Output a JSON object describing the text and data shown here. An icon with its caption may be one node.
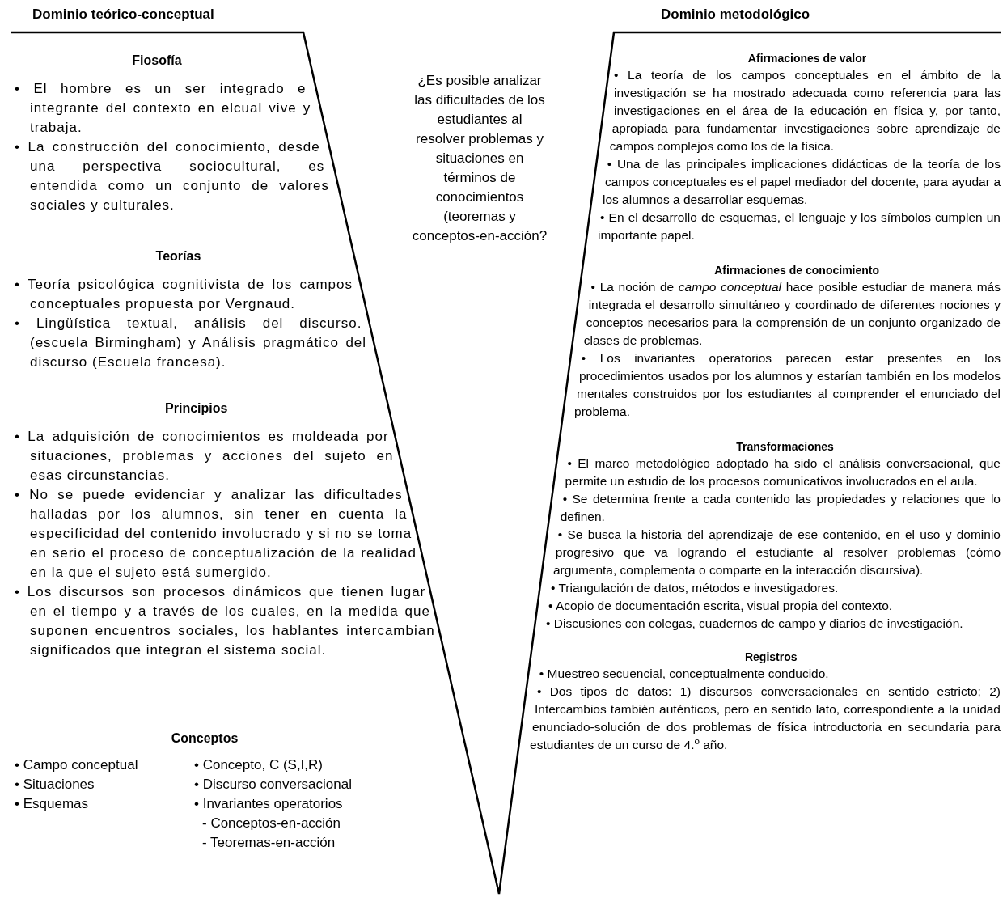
{
  "diagram": {
    "labels": [
      "Dominio teórico-conceptual",
      "Dominio metodológico",
      "Fiosofía",
      "• El hombre es un ser integrado e integrante del contexto en elcual vive y trabaja.",
      "• La construcción del conocimiento, desde una perspectiva sociocultural, es entendida como un conjunto de valores sociales y culturales.",
      "Teorías",
      "• Teoría psicológica cognitivista de los campos conceptuales propuesta por Vergnaud.",
      "• Lingüística textual, análisis del discurso. (escuela Birmingham) y Análisis pragmático del discurso (Escuela francesa).",
      "Principios",
      "• La adquisición de conocimientos es moldeada por situaciones, problemas y acciones del sujeto en esas circunstancias.",
      "• No se puede evidenciar y analizar las dificultades halladas por los alumnos, sin tener en cuenta la especificidad del contenido involucrado y si no se toma en serio el proceso de conceptualización de la realidad en la que el sujeto está sumergido.",
      "• Los discursos son procesos dinámicos que tienen lugar en el tiempo y a través de los cuales, en la medida que suponen encuentros sociales, los hablantes intercambian significados que integran el sistema social.",
      "Conceptos",
      "• Campo conceptual",
      "• Situaciones",
      "• Esquemas",
      "• Concepto, C (S,I,R)",
      "• Discurso conversacional",
      "• Invariantes operatorios",
      "- Conceptos-en-acción",
      "- Teoremas-en-acción",
      "¿Es posible analizar las dificultades de los estudiantes al resolver problemas y situaciones en términos de conocimientos (teoremas y conceptos-en-acción?",
      "Afirmaciones de valor",
      "• La teoría de los campos conceptuales en el ámbito de la investigación se ha mostrado adecuada como referencia para las investigaciones en el área de la educación en física y, por tanto, apropiada para fundamentar investigaciones sobre aprendizaje de campos complejos como los de la física.",
      "• Una de las principales implicaciones didácticas de la teoría de los campos conceptuales es el papel mediador del docente, para ayudar a los alumnos a desarrollar esquemas.",
      "• En el desarrollo de esquemas, el lenguaje y los símbolos cumplen un importante papel.",
      "Afirmaciones de conocimiento",
      "• La noción de *campo conceptual* hace posible estudiar de manera más integrada el desarrollo simultáneo y coordinado de diferentes nociones y conceptos necesarios para la comprensión de un conjunto organizado de clases de problemas.",
      "• Los invariantes operatorios parecen estar presentes en los procedimientos usados por los alumnos y estarían también en los modelos mentales construidos por los estudiantes al comprender el enunciado del problema.",
      "Transformaciones",
      "• El marco metodológico adoptado ha sido el análisis conversacional, que permite un estudio de los procesos comunicativos involucrados en el aula.",
      "• Se determina frente a cada contenido las propiedades y relaciones que lo definen.",
      "• Se busca la historia del aprendizaje de ese contenido, en el uso y dominio progresivo que va logrando el estudiante al resolver problemas (cómo argumenta, complementa o comparte en la interacción discursiva).",
      "• Triangulación de datos, métodos e investigadores.",
      "• Acopio de documentación escrita, visual propia del contexto.",
      "• Discusiones con colegas, cuadernos de campo y diarios de investigación.",
      "Registros",
      "• Muestreo secuencial, conceptualmente conducido.",
      "• Dos tipos de datos: 1) discursos conversacionales en sentido estricto; 2) Intercambios también auténticos, pero en sentido lato, correspondiente a la unidad enunciado-solución de dos problemas de física introductoria en secundaria para estudiantes de un curso de 4.$^{o}$ año."
    ]
  }
}
